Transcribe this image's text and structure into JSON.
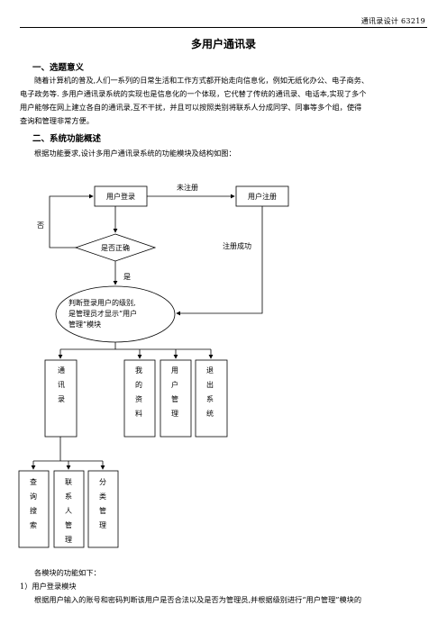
{
  "header": {
    "text": "通讯录设计 63219"
  },
  "doc": {
    "title": "多用户通讯录",
    "section1": {
      "heading": "一、选题意义",
      "lines": [
        "随着计算机的普及,人们一系列的日常生活和工作方式都开始走向信息化，例如无纸化办公、电子商务、",
        "电子政务等. 多用户通讯录系统的实现也是信息化的一个体现，它代替了传统的通讯录、电话本,实现了多个",
        "用户能够在网上建立各自的通讯录,互不干扰，并且可以按照类别将联系人分成同学、同事等多个组，使得",
        "查询和管理非常方便。"
      ]
    },
    "section2": {
      "heading": "二、系统功能概述",
      "intro": "根据功能要求,设计多用户通讯录系统的功能模块及结构如图："
    },
    "footer": {
      "line1": "各模块的功能如下：",
      "line2": "1）用户登录模块",
      "line3": "根据用户输入的账号和密码判断该用户是否合法以及是否为管理员,并根据级别进行“用户管理”模块的"
    }
  },
  "flow": {
    "login": "用户登录",
    "register": "用户注册",
    "not_registered": "未注册",
    "check": "是否正确",
    "no": "否",
    "yes": "是",
    "reg_success": "注册成功",
    "judge_lines": [
      "判断登录用户的级别,",
      "是管理员才显示“用户",
      "管理”模块"
    ],
    "modules": [
      [
        "通",
        "讯",
        "录"
      ],
      [
        "我",
        "的",
        "资",
        "料"
      ],
      [
        "用",
        "户",
        "管",
        "理"
      ],
      [
        "退",
        "出",
        "系",
        "统"
      ]
    ],
    "submodules": [
      [
        "查",
        "询",
        "搜",
        "索"
      ],
      [
        "联",
        "系",
        "人",
        "管",
        "理"
      ],
      [
        "分",
        "类",
        "管",
        "理"
      ]
    ]
  }
}
